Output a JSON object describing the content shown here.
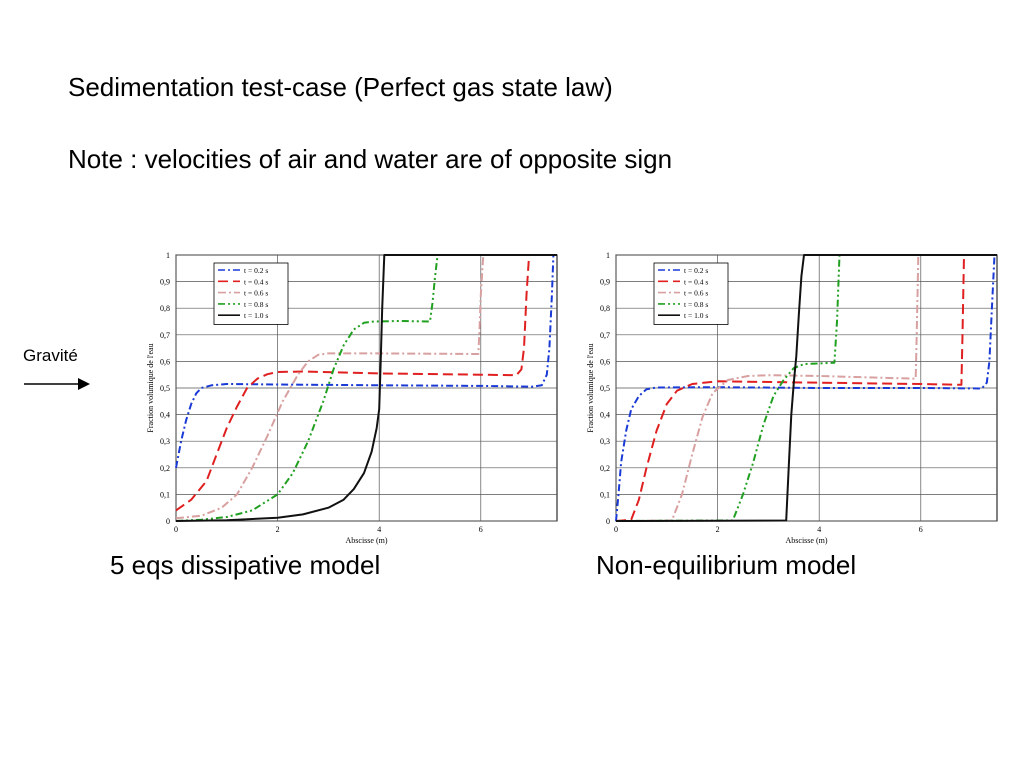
{
  "slide": {
    "title": "Sedimentation test-case (Perfect gas state law)",
    "note": "Note : velocities of air and water are of opposite sign",
    "caption_left": "5 eqs dissipative model",
    "caption_right": "Non-equilibrium model",
    "gravity_label": "Gravité"
  },
  "chart_data": [
    {
      "type": "line",
      "xlabel": "Abscisse (m)",
      "ylabel": "Fraction volumique de l'eau",
      "xlim": [
        0,
        7.5
      ],
      "ylim": [
        0,
        1
      ],
      "xticks": [
        0,
        2,
        4,
        6
      ],
      "yticks": [
        0,
        0.1,
        0.2,
        0.3,
        0.4,
        0.5,
        0.6,
        0.7,
        0.8,
        0.9,
        1
      ],
      "ytick_labels": [
        "0",
        "0,1",
        "0,2",
        "0,3",
        "0,4",
        "0,5",
        "0,6",
        "0,7",
        "0,8",
        "0,9",
        "1"
      ],
      "grid": true,
      "legend_position": "top-left",
      "series": [
        {
          "name": "t = 0.2 s",
          "color": "#1a3ad6",
          "dash": "7,3,2,3",
          "points": [
            [
              0,
              0.2
            ],
            [
              0.1,
              0.3
            ],
            [
              0.2,
              0.38
            ],
            [
              0.3,
              0.44
            ],
            [
              0.4,
              0.48
            ],
            [
              0.5,
              0.5
            ],
            [
              0.7,
              0.51
            ],
            [
              1,
              0.515
            ],
            [
              2,
              0.513
            ],
            [
              4,
              0.51
            ],
            [
              6,
              0.508
            ],
            [
              7,
              0.505
            ],
            [
              7.2,
              0.51
            ],
            [
              7.3,
              0.55
            ],
            [
              7.35,
              0.65
            ],
            [
              7.4,
              0.85
            ],
            [
              7.43,
              1
            ],
            [
              7.5,
              1
            ]
          ]
        },
        {
          "name": "t = 0.4 s",
          "color": "#e02020",
          "dash": "10,5",
          "points": [
            [
              0,
              0.04
            ],
            [
              0.3,
              0.08
            ],
            [
              0.6,
              0.15
            ],
            [
              0.8,
              0.25
            ],
            [
              1,
              0.35
            ],
            [
              1.2,
              0.43
            ],
            [
              1.4,
              0.5
            ],
            [
              1.6,
              0.535
            ],
            [
              1.8,
              0.552
            ],
            [
              2,
              0.56
            ],
            [
              2.5,
              0.562
            ],
            [
              4,
              0.555
            ],
            [
              6,
              0.55
            ],
            [
              6.7,
              0.548
            ],
            [
              6.8,
              0.57
            ],
            [
              6.85,
              0.65
            ],
            [
              6.9,
              0.85
            ],
            [
              6.95,
              1
            ],
            [
              7.5,
              1
            ]
          ]
        },
        {
          "name": "t = 0.6 s",
          "color": "#d8a0a0",
          "dash": "8,3,2,3",
          "points": [
            [
              0,
              0.01
            ],
            [
              0.5,
              0.02
            ],
            [
              0.9,
              0.05
            ],
            [
              1.2,
              0.1
            ],
            [
              1.5,
              0.2
            ],
            [
              1.8,
              0.32
            ],
            [
              2.1,
              0.45
            ],
            [
              2.4,
              0.55
            ],
            [
              2.6,
              0.6
            ],
            [
              2.8,
              0.625
            ],
            [
              3,
              0.63
            ],
            [
              4,
              0.63
            ],
            [
              5.95,
              0.628
            ],
            [
              5.97,
              0.7
            ],
            [
              6,
              0.85
            ],
            [
              6.05,
              1
            ],
            [
              7.5,
              1
            ]
          ]
        },
        {
          "name": "t = 0.8 s",
          "color": "#20a020",
          "dash": "7,3,2,3,2,3",
          "points": [
            [
              0,
              0
            ],
            [
              0.5,
              0.005
            ],
            [
              1,
              0.015
            ],
            [
              1.5,
              0.04
            ],
            [
              2,
              0.1
            ],
            [
              2.3,
              0.18
            ],
            [
              2.6,
              0.3
            ],
            [
              2.9,
              0.45
            ],
            [
              3.1,
              0.57
            ],
            [
              3.3,
              0.66
            ],
            [
              3.5,
              0.72
            ],
            [
              3.7,
              0.745
            ],
            [
              3.9,
              0.75
            ],
            [
              4.4,
              0.752
            ],
            [
              5,
              0.75
            ],
            [
              5.05,
              0.82
            ],
            [
              5.1,
              0.92
            ],
            [
              5.15,
              1
            ],
            [
              7.5,
              1
            ]
          ]
        },
        {
          "name": "t = 1.0 s",
          "color": "#111111",
          "dash": "",
          "points": [
            [
              0,
              0
            ],
            [
              1,
              0.003
            ],
            [
              2,
              0.012
            ],
            [
              2.5,
              0.025
            ],
            [
              3,
              0.05
            ],
            [
              3.3,
              0.08
            ],
            [
              3.5,
              0.12
            ],
            [
              3.7,
              0.18
            ],
            [
              3.85,
              0.26
            ],
            [
              3.95,
              0.35
            ],
            [
              4.0,
              0.42
            ],
            [
              4.03,
              0.6
            ],
            [
              4.06,
              0.8
            ],
            [
              4.1,
              1
            ],
            [
              7.5,
              1
            ]
          ]
        }
      ]
    },
    {
      "type": "line",
      "xlabel": "Abscisse (m)",
      "ylabel": "Fraction volumique de l'eau",
      "xlim": [
        0,
        7.5
      ],
      "ylim": [
        0,
        1
      ],
      "xticks": [
        0,
        2,
        4,
        6
      ],
      "yticks": [
        0,
        0.1,
        0.2,
        0.3,
        0.4,
        0.5,
        0.6,
        0.7,
        0.8,
        0.9,
        1
      ],
      "ytick_labels": [
        "0",
        "0,1",
        "0,2",
        "0,3",
        "0,4",
        "0,5",
        "0,6",
        "0,7",
        "0,8",
        "0,9",
        "1"
      ],
      "grid": true,
      "legend_position": "top-left",
      "series": [
        {
          "name": "t = 0.2 s",
          "color": "#1a3ad6",
          "dash": "7,3,2,3",
          "points": [
            [
              0,
              0
            ],
            [
              0.05,
              0.1
            ],
            [
              0.1,
              0.22
            ],
            [
              0.2,
              0.34
            ],
            [
              0.3,
              0.42
            ],
            [
              0.45,
              0.47
            ],
            [
              0.6,
              0.495
            ],
            [
              0.8,
              0.502
            ],
            [
              2,
              0.503
            ],
            [
              4,
              0.5
            ],
            [
              6,
              0.5
            ],
            [
              7.2,
              0.498
            ],
            [
              7.3,
              0.52
            ],
            [
              7.35,
              0.6
            ],
            [
              7.4,
              0.8
            ],
            [
              7.45,
              1
            ],
            [
              7.5,
              1
            ]
          ]
        },
        {
          "name": "t = 0.4 s",
          "color": "#e02020",
          "dash": "10,5",
          "points": [
            [
              0,
              0
            ],
            [
              0.3,
              0.005
            ],
            [
              0.45,
              0.08
            ],
            [
              0.6,
              0.2
            ],
            [
              0.8,
              0.34
            ],
            [
              1,
              0.44
            ],
            [
              1.2,
              0.49
            ],
            [
              1.5,
              0.515
            ],
            [
              2,
              0.525
            ],
            [
              4,
              0.52
            ],
            [
              6,
              0.515
            ],
            [
              6.8,
              0.512
            ],
            [
              6.82,
              0.7
            ],
            [
              6.84,
              0.9
            ],
            [
              6.85,
              1
            ],
            [
              7.5,
              1
            ]
          ]
        },
        {
          "name": "t = 0.6 s",
          "color": "#d8a0a0",
          "dash": "8,3,2,3",
          "points": [
            [
              0,
              0
            ],
            [
              1.1,
              0.002
            ],
            [
              1.3,
              0.1
            ],
            [
              1.5,
              0.25
            ],
            [
              1.7,
              0.39
            ],
            [
              1.9,
              0.48
            ],
            [
              2.2,
              0.53
            ],
            [
              2.6,
              0.545
            ],
            [
              3,
              0.548
            ],
            [
              4,
              0.545
            ],
            [
              5.9,
              0.535
            ],
            [
              5.92,
              0.7
            ],
            [
              5.94,
              0.9
            ],
            [
              5.95,
              1
            ],
            [
              7.5,
              1
            ]
          ]
        },
        {
          "name": "t = 0.8 s",
          "color": "#20a020",
          "dash": "7,3,2,3,2,3",
          "points": [
            [
              0,
              0
            ],
            [
              2.3,
              0.002
            ],
            [
              2.5,
              0.1
            ],
            [
              2.7,
              0.22
            ],
            [
              2.9,
              0.36
            ],
            [
              3.1,
              0.47
            ],
            [
              3.3,
              0.53
            ],
            [
              3.5,
              0.575
            ],
            [
              3.7,
              0.59
            ],
            [
              4.3,
              0.595
            ],
            [
              4.35,
              0.75
            ],
            [
              4.38,
              0.9
            ],
            [
              4.4,
              1
            ],
            [
              7.5,
              1
            ]
          ]
        },
        {
          "name": "t = 1.0 s",
          "color": "#111111",
          "dash": "",
          "points": [
            [
              0,
              0
            ],
            [
              3.35,
              0.002
            ],
            [
              3.4,
              0.2
            ],
            [
              3.45,
              0.4
            ],
            [
              3.5,
              0.52
            ],
            [
              3.55,
              0.62
            ],
            [
              3.6,
              0.78
            ],
            [
              3.65,
              0.92
            ],
            [
              3.7,
              1
            ],
            [
              7.5,
              1
            ]
          ]
        }
      ]
    }
  ]
}
